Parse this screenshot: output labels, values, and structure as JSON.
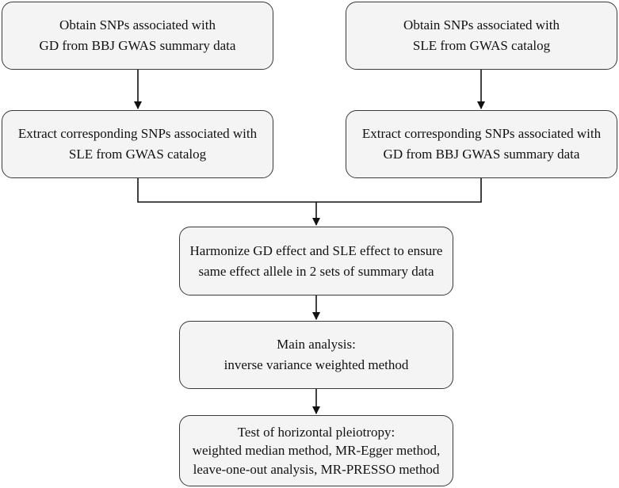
{
  "flowchart": {
    "steps": [
      {
        "text": "Obtain SNPs associated with\nGD from BBJ GWAS summary data"
      },
      {
        "text": "Obtain SNPs associated with\nSLE from GWAS catalog"
      },
      {
        "text": "Extract corresponding SNPs associated with\nSLE from GWAS catalog"
      },
      {
        "text": "Extract corresponding SNPs associated with\nGD from BBJ GWAS summary data"
      },
      {
        "text": "Harmonize GD effect and SLE effect to ensure\nsame effect allele in 2 sets of summary data"
      },
      {
        "text": "Main analysis:\ninverse variance weighted method"
      },
      {
        "text": "Test of horizontal pleiotropy:\nweighted median method, MR-Egger method,\nleave-one-out analysis, MR-PRESSO method"
      }
    ],
    "colors": {
      "box_fill": "#f4f4f4",
      "box_border": "#3a3a3a",
      "connector": "#111111"
    }
  }
}
